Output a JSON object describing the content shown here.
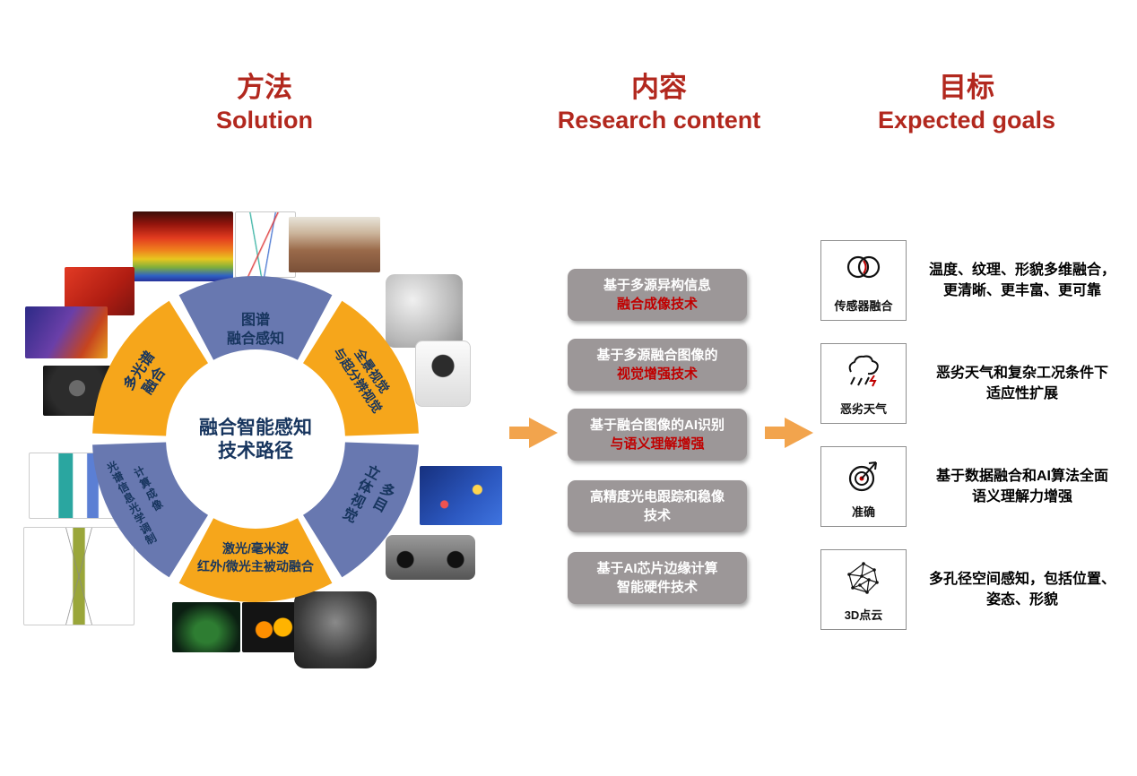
{
  "headers": [
    {
      "zh": "方法",
      "en": "Solution"
    },
    {
      "zh": "内容",
      "en": "Research content"
    },
    {
      "zh": "目标",
      "en": "Expected goals"
    }
  ],
  "diagram": {
    "center": {
      "line1": "融合智能感知",
      "line2": "技术路径"
    },
    "segments": [
      {
        "line1": "图谱",
        "line2": "融合感知",
        "color": "blue"
      },
      {
        "line1": "全景视觉",
        "line2": "与超分辨视觉",
        "color": "yellow"
      },
      {
        "line1": "多目",
        "line2": "立体视觉",
        "color": "blue"
      },
      {
        "line1": "激光/毫米波",
        "line2": "红外/微光主被动融合",
        "color": "yellow"
      },
      {
        "line1": "光谱信息光学调制",
        "line2": "计算成像",
        "color": "blue"
      },
      {
        "line1": "多光谱",
        "line2": "融合",
        "color": "yellow"
      }
    ],
    "photos": [
      "thermal-strawberry-cube",
      "spectral-curves-chart",
      "pipeline-inspection-photo",
      "multi-camera-cube-sensor",
      "panoramic-camera-device",
      "strawberry-thermal-photo",
      "thermal-scene-purple",
      "camera-lens",
      "optical-modulator-diagram",
      "optical-path-diagram",
      "night-vision-ship",
      "thermal-human-figures",
      "gimbal-camera",
      "stereo-camera",
      "thermal-warehouse-boxes"
    ]
  },
  "research": {
    "boxes": [
      {
        "line1": "基于多源异构信息",
        "line2": "融合成像技术",
        "highlight": true
      },
      {
        "line1": "基于多源融合图像的",
        "line2": "视觉增强技术",
        "highlight": true
      },
      {
        "line1": "基于融合图像的AI识别",
        "line2": "与语义理解增强",
        "highlight": true
      },
      {
        "line1": "高精度光电跟踪和稳像",
        "line2": "技术",
        "highlight": false
      },
      {
        "line1": "基于AI芯片边缘计算",
        "line2": "智能硬件技术",
        "highlight": false
      }
    ]
  },
  "goals": {
    "items": [
      {
        "icon": "sensor-fusion-icon",
        "label": "传感器融合",
        "desc1": "温度、纹理、形貌多维融合，",
        "desc2": "更清晰、更丰富、更可靠"
      },
      {
        "icon": "bad-weather-icon",
        "label": "恶劣天气",
        "desc1": "恶劣天气和复杂工况条件下",
        "desc2": "适应性扩展"
      },
      {
        "icon": "accuracy-target-icon",
        "label": "准确",
        "desc1": "基于数据融合和AI算法全面",
        "desc2": "语义理解力增强"
      },
      {
        "icon": "point-cloud-icon",
        "label": "3D点云",
        "desc1": "多孔径空间感知，包括位置、",
        "desc2": "姿态、形貌"
      }
    ]
  },
  "colors": {
    "accent_red": "#B2281E",
    "ring_blue": "#6878B0",
    "ring_yellow": "#F6A61B",
    "navy_text": "#17355E",
    "box_gray": "#9C9798",
    "highlight_red": "#C00000",
    "arrow_orange": "#F2A44D"
  }
}
